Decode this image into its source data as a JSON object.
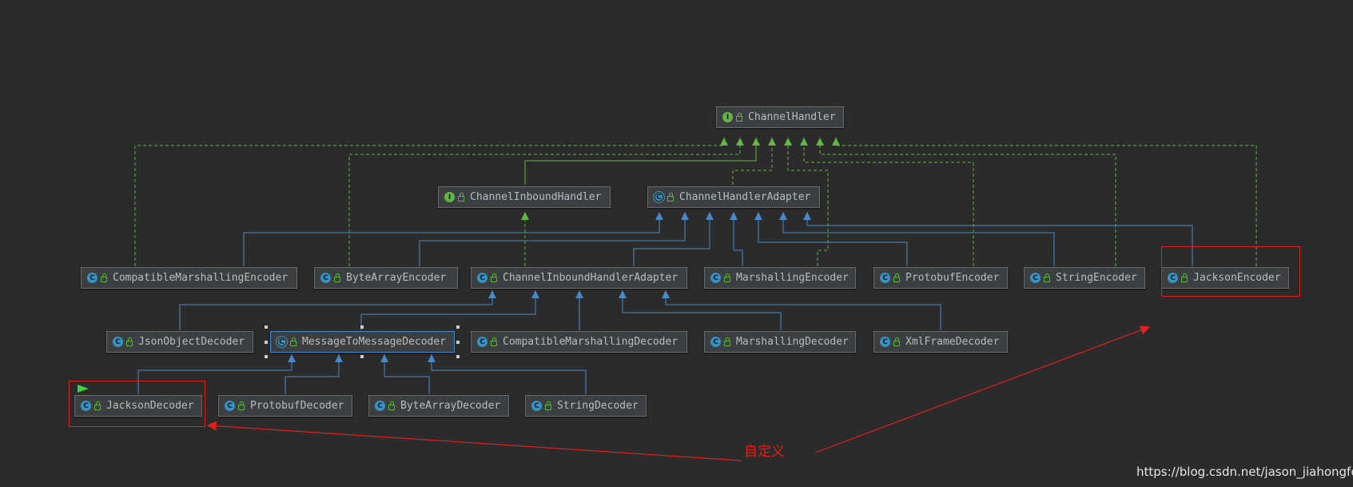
{
  "nodes": {
    "channel_handler": {
      "label": "ChannelHandler",
      "kind": "I"
    },
    "channel_inbound_handler": {
      "label": "ChannelInboundHandler",
      "kind": "I"
    },
    "channel_handler_adapter": {
      "label": "ChannelHandlerAdapter",
      "kind": "C"
    },
    "compatible_marshalling_encoder": {
      "label": "CompatibleMarshallingEncoder",
      "kind": "C"
    },
    "byte_array_encoder": {
      "label": "ByteArrayEncoder",
      "kind": "C"
    },
    "channel_inbound_handler_adapter": {
      "label": "ChannelInboundHandlerAdapter",
      "kind": "C"
    },
    "marshalling_encoder": {
      "label": "MarshallingEncoder",
      "kind": "C"
    },
    "protobuf_encoder": {
      "label": "ProtobufEncoder",
      "kind": "C"
    },
    "string_encoder": {
      "label": "StringEncoder",
      "kind": "C"
    },
    "jackson_encoder": {
      "label": "JacksonEncoder",
      "kind": "C"
    },
    "json_object_decoder": {
      "label": "JsonObjectDecoder",
      "kind": "C"
    },
    "message_to_message_decoder": {
      "label": "MessageToMessageDecoder",
      "kind": "C"
    },
    "compatible_marshalling_decoder": {
      "label": "CompatibleMarshallingDecoder",
      "kind": "C"
    },
    "marshalling_decoder": {
      "label": "MarshallingDecoder",
      "kind": "C"
    },
    "xml_frame_decoder": {
      "label": "XmlFrameDecoder",
      "kind": "C"
    },
    "jackson_decoder": {
      "label": "JacksonDecoder",
      "kind": "C"
    },
    "protobuf_decoder": {
      "label": "ProtobufDecoder",
      "kind": "C"
    },
    "byte_array_decoder": {
      "label": "ByteArrayDecoder",
      "kind": "C"
    },
    "string_decoder": {
      "label": "StringDecoder",
      "kind": "C"
    }
  },
  "annotation": {
    "label": "自定义"
  },
  "watermark": "https://blog.csdn.net/jason_jiahongfei",
  "colors": {
    "background": "#2b2b2b",
    "extends_edge": "#4a88c7",
    "implements_edge": "#62b543",
    "highlight": "#e0201d"
  }
}
